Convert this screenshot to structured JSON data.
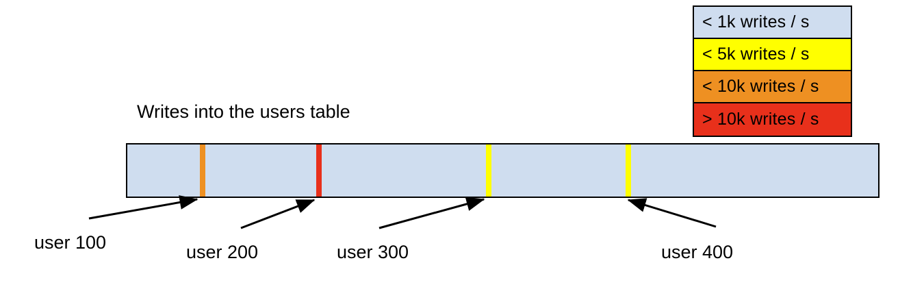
{
  "chart_data": {
    "type": "bar",
    "title": "Writes into the users table",
    "xlabel": "",
    "ylabel": "",
    "description": "A single horizontal range bar representing the users table keyspace, shaded by write rate, with four coloured shard-boundary markers annotated by user id.",
    "bar": {
      "name": "users table keyspace",
      "background_color": "#cfddef",
      "background_category": "< 1k writes / s",
      "border_color": "#000000"
    },
    "markers": [
      {
        "id": "marker-user-100",
        "label": "user 100",
        "color": "#ee9022",
        "category": "< 10k writes / s",
        "position_pct": 9.7
      },
      {
        "id": "marker-user-200",
        "label": "user 200",
        "color": "#e8301b",
        "category": "> 10k writes / s",
        "position_pct": 25.2
      },
      {
        "id": "marker-user-300",
        "label": "user 300",
        "color": "#ffff00",
        "category": "< 5k writes / s",
        "position_pct": 47.8
      },
      {
        "id": "marker-user-400",
        "label": "user 400",
        "color": "#ffff00",
        "category": "< 5k writes / s",
        "position_pct": 66.4
      }
    ],
    "legend": {
      "position": "top-right",
      "entries": [
        {
          "label": "< 1k writes / s",
          "color": "#cfddef"
        },
        {
          "label": "< 5k writes / s",
          "color": "#ffff00"
        },
        {
          "label": "< 10k writes / s",
          "color": "#ee9022"
        },
        {
          "label": "> 10k writes / s",
          "color": "#e8301b"
        }
      ]
    },
    "annotations": [
      {
        "text": "user 100",
        "points_to": "marker-user-100"
      },
      {
        "text": "user 200",
        "points_to": "marker-user-200"
      },
      {
        "text": "user 300",
        "points_to": "marker-user-300"
      },
      {
        "text": "user 400",
        "points_to": "marker-user-400"
      }
    ]
  },
  "diagram": {
    "title": "Writes into the users table",
    "legend": [
      {
        "label": "< 1k writes / s",
        "color": "#cfddef"
      },
      {
        "label": "< 5k writes / s",
        "color": "#ffff00"
      },
      {
        "label": "< 10k writes / s",
        "color": "#ee9022"
      },
      {
        "label": "> 10k writes / s",
        "color": "#e8301b"
      }
    ],
    "markers": [
      {
        "label": "user 100",
        "color": "#ee9022"
      },
      {
        "label": "user 200",
        "color": "#e8301b"
      },
      {
        "label": "user 300",
        "color": "#ffff00"
      },
      {
        "label": "user 400",
        "color": "#ffff00"
      }
    ]
  }
}
